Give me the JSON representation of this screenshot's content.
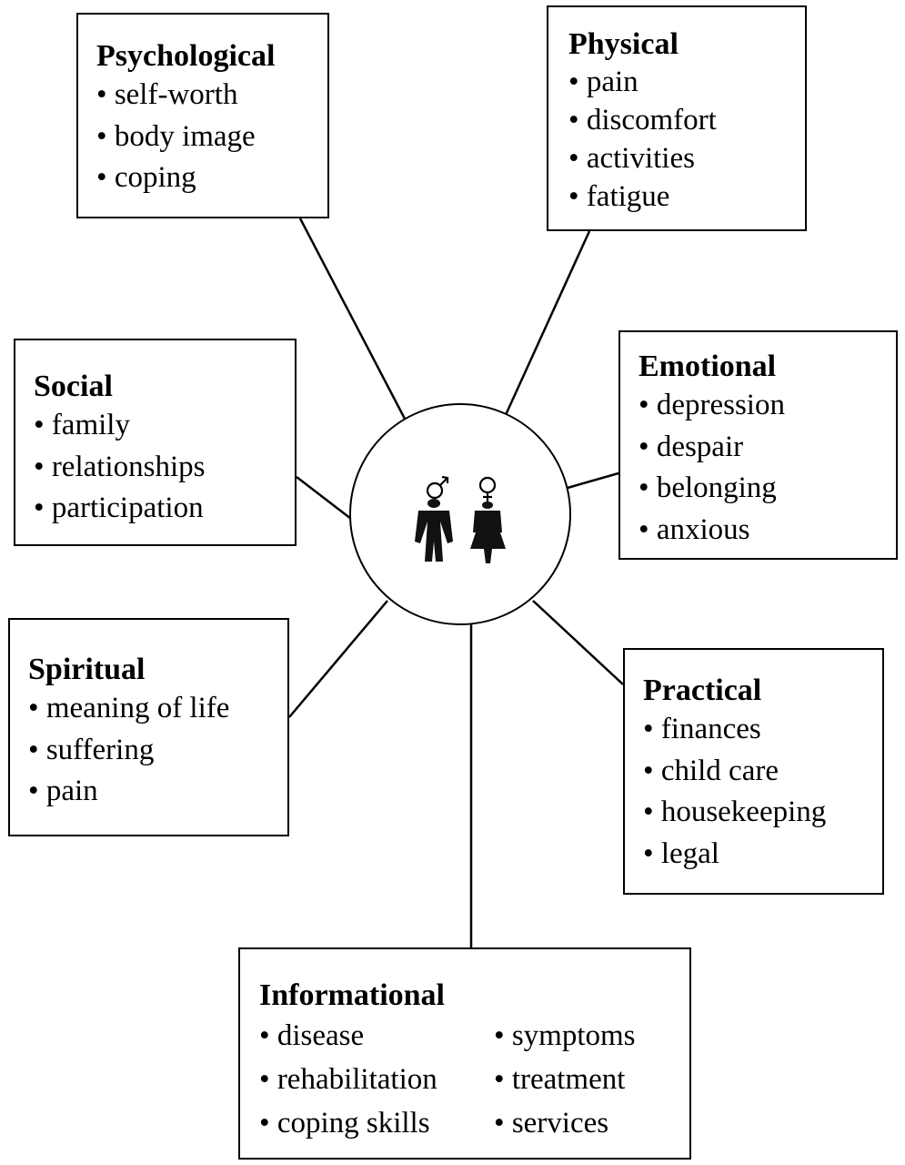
{
  "diagram": {
    "center": {
      "icon": "man-and-woman-icon"
    },
    "boxes": {
      "psychological": {
        "title": "Psychological",
        "items": [
          "self-worth",
          "body image",
          "coping"
        ]
      },
      "physical": {
        "title": "Physical",
        "items": [
          "pain",
          "discomfort",
          "activities",
          "fatigue"
        ]
      },
      "social": {
        "title": "Social",
        "items": [
          "family",
          "relationships",
          "participation"
        ]
      },
      "emotional": {
        "title": "Emotional",
        "items": [
          "depression",
          "despair",
          "belonging",
          "anxious"
        ]
      },
      "spiritual": {
        "title": "Spiritual",
        "items": [
          "meaning of life",
          "suffering",
          "pain"
        ]
      },
      "practical": {
        "title": "Practical",
        "items": [
          "finances",
          "child care",
          "housekeeping",
          "legal"
        ]
      },
      "informational": {
        "title": "Informational",
        "items_left": [
          "disease",
          "rehabilitation",
          "coping skills"
        ],
        "items_right": [
          "symptoms",
          "treatment",
          "services"
        ]
      }
    },
    "colors": {
      "line": "#000000",
      "background": "#ffffff",
      "text": "#000000"
    }
  }
}
